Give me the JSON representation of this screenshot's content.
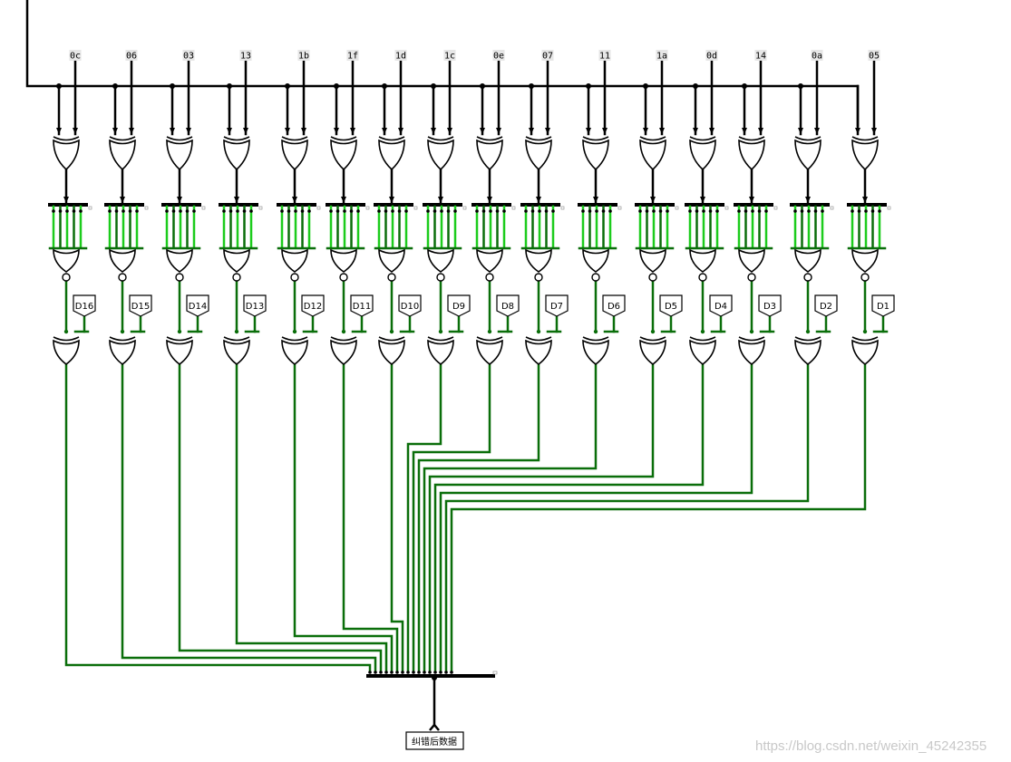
{
  "constants": [
    "0c",
    "06",
    "03",
    "13",
    "1b",
    "1f",
    "1d",
    "1c",
    "0e",
    "07",
    "11",
    "1a",
    "0d",
    "14",
    "0a",
    "05"
  ],
  "outputs": [
    "D16",
    "D15",
    "D14",
    "D13",
    "D12",
    "D11",
    "D10",
    "D9",
    "D8",
    "D7",
    "D6",
    "D5",
    "D4",
    "D3",
    "D2",
    "D1"
  ],
  "result_label": "纠错后数据",
  "watermark": "https://blog.csdn.net/weixin_45242355",
  "colors": {
    "wire_active": "#0a6e0a",
    "wire_bright": "#1ccc1c",
    "wire_dark": "#000000"
  }
}
